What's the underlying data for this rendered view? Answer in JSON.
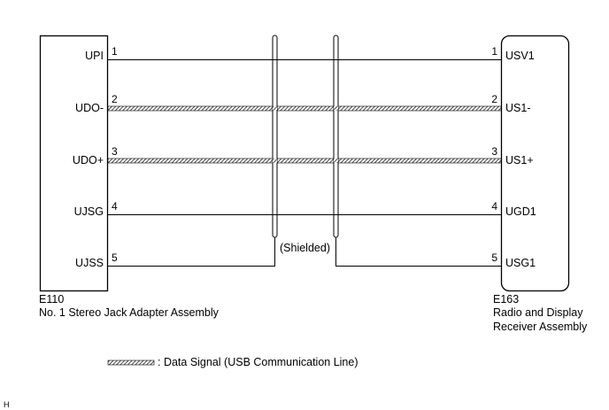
{
  "left_connector": {
    "code": "E110",
    "name": "No. 1 Stereo Jack Adapter Assembly",
    "pins": [
      {
        "number": "1",
        "name": "UPI"
      },
      {
        "number": "2",
        "name": "UDO-"
      },
      {
        "number": "3",
        "name": "UDO+"
      },
      {
        "number": "4",
        "name": "UJSG"
      },
      {
        "number": "5",
        "name": "UJSS"
      }
    ]
  },
  "right_connector": {
    "code": "E163",
    "name_line1": "Radio and Display",
    "name_line2": "Receiver Assembly",
    "pins": [
      {
        "number": "1",
        "name": "USV1"
      },
      {
        "number": "2",
        "name": "US1-"
      },
      {
        "number": "3",
        "name": "US1+"
      },
      {
        "number": "4",
        "name": "UGD1"
      },
      {
        "number": "5",
        "name": "USG1"
      }
    ]
  },
  "shield_label": "(Shielded)",
  "legend": {
    "text": ": Data Signal (USB Communication Line)"
  },
  "corner_mark": "H"
}
